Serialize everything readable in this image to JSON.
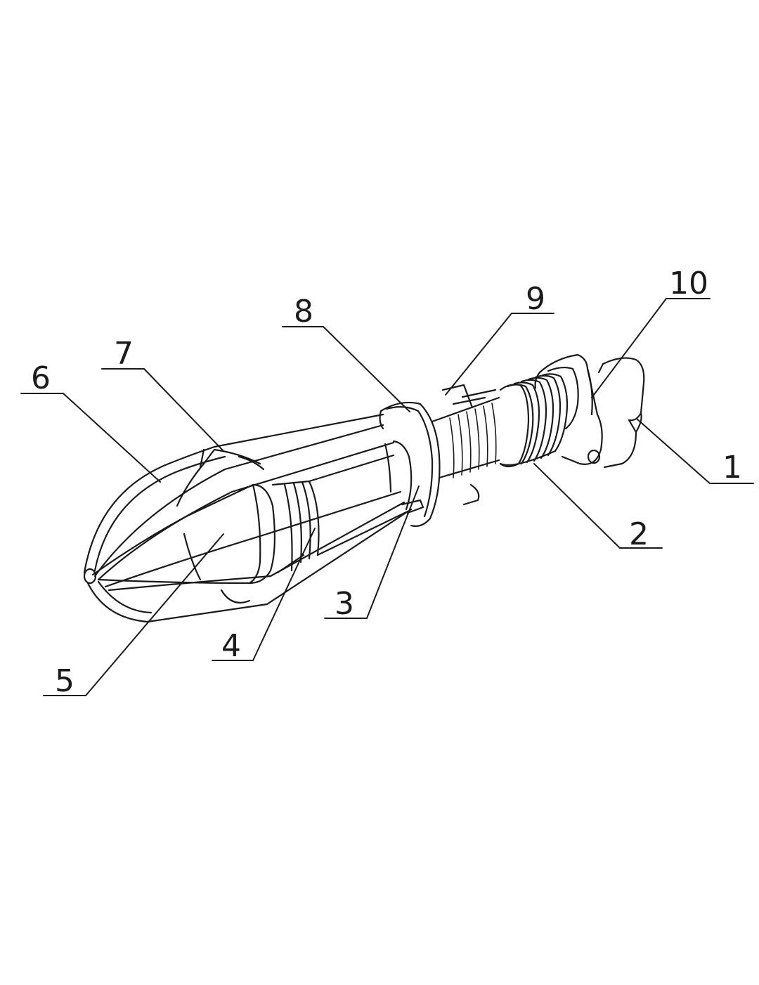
{
  "labels": {
    "part_1": "1",
    "part_2": "2",
    "part_3": "3",
    "part_4": "4",
    "part_5": "5",
    "part_6": "6",
    "part_7": "7",
    "part_8": "8",
    "part_9": "9",
    "part_10": "10"
  },
  "colors": {
    "stroke": "#1a1a1a",
    "background": "#ffffff"
  }
}
